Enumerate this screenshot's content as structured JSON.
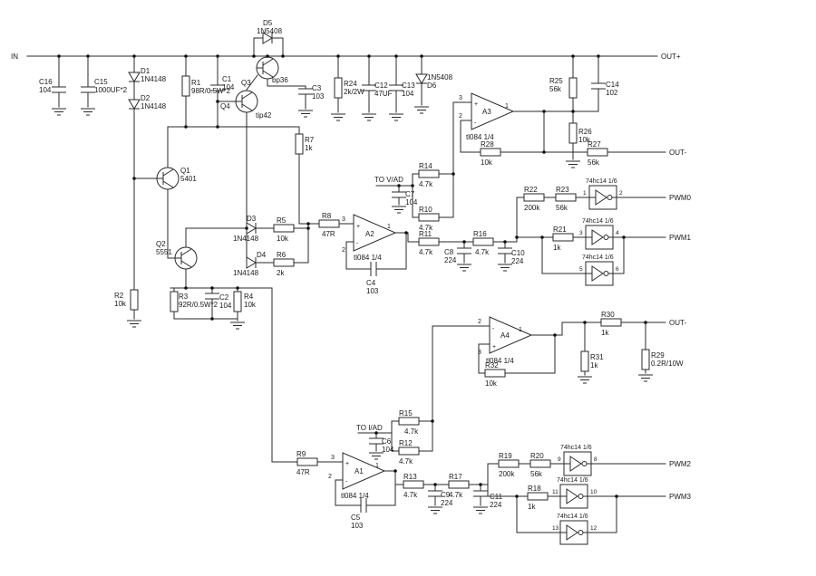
{
  "diagram": {
    "type": "circuit-schematic",
    "io": {
      "in": "IN",
      "out_plus": "OUT+",
      "out_minus_top": "OUT-",
      "out_minus_mid": "OUT-",
      "pwm0": "PWM0",
      "pwm1": "PWM1",
      "pwm2": "PWM2",
      "pwm3": "PWM3",
      "to_vad": "TO V/AD",
      "to_iad": "TO I/AD"
    },
    "opamps": {
      "a1": {
        "name": "A1",
        "part": "tl084 1/4"
      },
      "a2": {
        "name": "A2",
        "part": "tl084 1/4"
      },
      "a3": {
        "name": "A3",
        "part": "tl084 1/4"
      },
      "a4": {
        "name": "A4",
        "part": "tl084 1/4"
      }
    },
    "transistors": {
      "q1": {
        "name": "Q1",
        "part": "5401"
      },
      "q2": {
        "name": "Q2",
        "part": "5551"
      },
      "q3": {
        "name": "Q3",
        "part": "bp36"
      },
      "q4": {
        "name": "Q4",
        "part": "tip42"
      }
    },
    "diodes": {
      "d1": {
        "name": "D1",
        "part": "1N4148"
      },
      "d2": {
        "name": "D2",
        "part": "1N4148"
      },
      "d3": {
        "name": "D3",
        "part": "1N4148"
      },
      "d4": {
        "name": "D4",
        "part": "1N4148"
      },
      "d5": {
        "name": "D5",
        "part": "1N5408"
      },
      "d6": {
        "name": "1N5408",
        "part": "D6"
      }
    },
    "resistors": {
      "r1": {
        "name": "R1",
        "value": "98R/0.5W*2"
      },
      "r2": {
        "name": "R2",
        "value": "10k"
      },
      "r3": {
        "name": "R3",
        "value": "92R/0.5W*2"
      },
      "r4": {
        "name": "R4",
        "value": "10k"
      },
      "r5": {
        "name": "R5",
        "value": "10k"
      },
      "r6": {
        "name": "R6",
        "value": "2k"
      },
      "r7": {
        "name": "R7",
        "value": "1k"
      },
      "r8": {
        "name": "R8",
        "value": "47R"
      },
      "r9": {
        "name": "R9",
        "value": "47R"
      },
      "r10": {
        "name": "R10",
        "value": "4.7k"
      },
      "r11": {
        "name": "R11",
        "value": "4.7k"
      },
      "r12": {
        "name": "R12",
        "value": "4.7k"
      },
      "r13": {
        "name": "R13",
        "value": "4.7k"
      },
      "r14": {
        "name": "R14",
        "value": "4.7k"
      },
      "r15": {
        "name": "R15",
        "value": "4.7k"
      },
      "r16": {
        "name": "R16",
        "value": "4.7k"
      },
      "r17": {
        "name": "R17",
        "value": "4.7k"
      },
      "r18": {
        "name": "R18",
        "value": "1k"
      },
      "r19": {
        "name": "R19",
        "value": "200k"
      },
      "r20": {
        "name": "R20",
        "value": "56k"
      },
      "r21": {
        "name": "R21",
        "value": "1k"
      },
      "r22": {
        "name": "R22",
        "value": "200k"
      },
      "r23": {
        "name": "R23",
        "value": "56k"
      },
      "r24": {
        "name": "R24",
        "value": "2k/2W"
      },
      "r25": {
        "name": "R25",
        "value": "56k"
      },
      "r26": {
        "name": "R26",
        "value": "10k"
      },
      "r27": {
        "name": "R27",
        "value": "56k"
      },
      "r28": {
        "name": "R28",
        "value": "10k"
      },
      "r29": {
        "name": "R29",
        "value": "0.2R/10W"
      },
      "r30": {
        "name": "R30",
        "value": "1k"
      },
      "r31": {
        "name": "R31",
        "value": "1k"
      },
      "r32": {
        "name": "R32",
        "value": "10k"
      }
    },
    "capacitors": {
      "c1": {
        "name": "C1",
        "value": "104"
      },
      "c2": {
        "name": "C2",
        "value": "104"
      },
      "c3": {
        "name": "C3",
        "value": "103"
      },
      "c4": {
        "name": "C4",
        "value": "103"
      },
      "c5": {
        "name": "C5",
        "value": "103"
      },
      "c6": {
        "name": "C6",
        "value": "104"
      },
      "c7": {
        "name": "C7",
        "value": "104"
      },
      "c8": {
        "name": "C8",
        "value": "224"
      },
      "c9": {
        "name": "C9",
        "value": "224"
      },
      "c10": {
        "name": "C10",
        "value": "224"
      },
      "c11": {
        "name": "C11",
        "value": "224"
      },
      "c12": {
        "name": "C12",
        "value": "47UF"
      },
      "c13": {
        "name": "C13",
        "value": "104"
      },
      "c14": {
        "name": "C14",
        "value": "102"
      },
      "c15": {
        "name": "C15",
        "value": "1000UF*2"
      },
      "c16": {
        "name": "C16",
        "value": "104"
      }
    },
    "inverters": {
      "label": "74hc14 1/6",
      "pins": [
        [
          "1",
          "2"
        ],
        [
          "3",
          "4"
        ],
        [
          "5",
          "6"
        ],
        [
          "9",
          "8"
        ],
        [
          "11",
          "10"
        ],
        [
          "13",
          "12"
        ]
      ]
    },
    "pins": {
      "p1": "1",
      "p2": "2",
      "p3": "3",
      "plus": "+",
      "minus": "-"
    }
  }
}
